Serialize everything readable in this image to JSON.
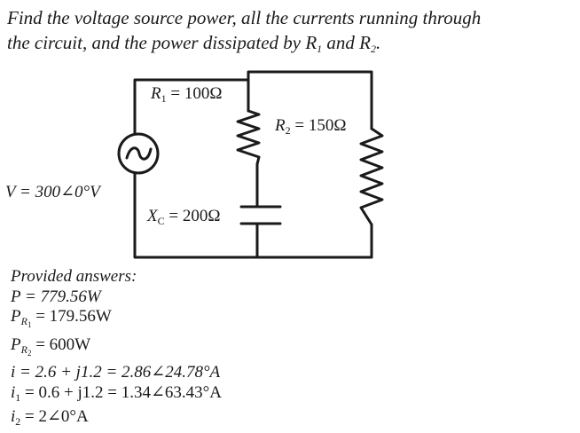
{
  "problem": {
    "line1": "Find the voltage source power, all the currents running through",
    "line2_pre": "the circuit, and the power dissipated by R",
    "line2_sub1": "1",
    "line2_mid": " and R",
    "line2_sub2": "2",
    "line2_end": "."
  },
  "labels": {
    "r1": {
      "sym": "R",
      "sub": "1",
      "val": " = 100Ω"
    },
    "r2": {
      "sym": "R",
      "sub": "2",
      "val": " = 150Ω"
    },
    "xc": {
      "sym": "X",
      "sub": "C",
      "val": " = 200Ω"
    },
    "v": {
      "text": "V = 300∠0°V"
    }
  },
  "answers": {
    "heading": "Provided answers:",
    "p": "P = 779.56W",
    "pr1": {
      "sym": "P",
      "sub": "R",
      "subsub": "1",
      "val": " = 179.56W"
    },
    "pr2": {
      "sym": "P",
      "sub": "R",
      "subsub": "2",
      "val": " = 600W"
    },
    "i": "i = 2.6 + j1.2 = 2.86∠24.78°A",
    "i1": {
      "sym": "i",
      "sub": "1",
      "val": " = 0.6 + j1.2 = 1.34∠63.43°A"
    },
    "i2": {
      "sym": "i",
      "sub": "2",
      "val": " = 2∠0°A"
    }
  },
  "icons": {
    "source": "ac-voltage-source-icon",
    "r1": "resistor-icon",
    "r2": "resistor-icon",
    "cap": "capacitor-icon"
  },
  "colors": {
    "ink": "#1a1a1a",
    "background": "#ffffff"
  }
}
